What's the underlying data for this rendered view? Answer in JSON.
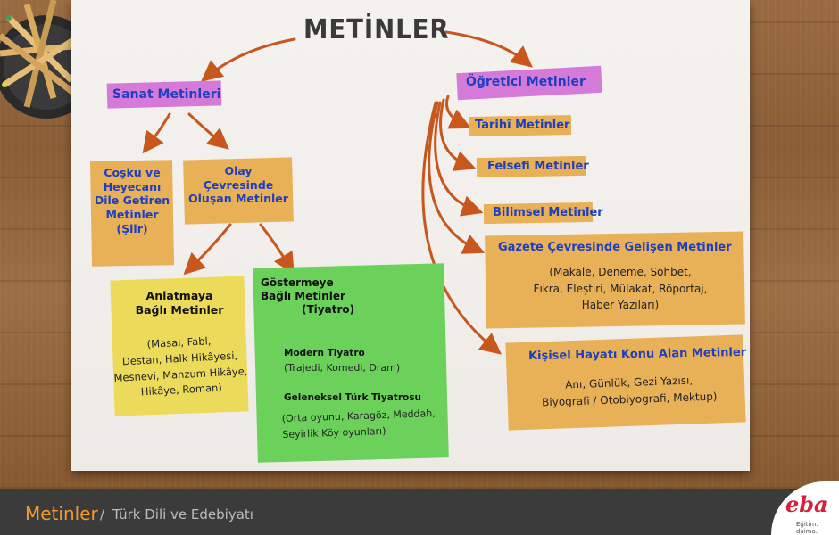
{
  "diagram": {
    "title": "METİNLER",
    "sanat": {
      "label": "Sanat Metinleri",
      "cosku": [
        "Coşku ve",
        "Heyecanı",
        "Dile Getiren",
        "Metinler",
        "(Şiir)"
      ],
      "olay": [
        "Olay",
        "Çevresinde",
        "Oluşan Metinler"
      ],
      "anlatmaya": {
        "title": [
          "Anlatmaya",
          "Bağlı Metinler"
        ],
        "items": [
          "(Masal, Fabl,",
          "Destan, Halk Hikâyesi,",
          "Mesnevi, Manzum Hikâye,",
          "Hikâye,  Roman)"
        ]
      },
      "gostermeye": {
        "title": [
          "Göstermeye",
          "Bağlı Metinler",
          "(Tiyatro)"
        ],
        "modern_title": "Modern Tiyatro",
        "modern_items": "(Trajedi, Komedi, Dram)",
        "geleneksel_title": "Geleneksel Türk Tiyatrosu",
        "geleneksel_items": [
          "(Orta oyunu, Karagöz, Meddah,",
          "Seyirlik Köy oyunları)"
        ]
      }
    },
    "ogretici": {
      "label": "Öğretici Metinler",
      "tarihi": "Tarihî Metinler",
      "felsefi": "Felsefi Metinler",
      "bilimsel": "Bilimsel Metinler",
      "gazete": {
        "title": "Gazete Çevresinde Gelişen Metinler",
        "items": [
          "(Makale, Deneme, Sohbet,",
          "Fıkra, Eleştiri, Mülakat, Röportaj,",
          "Haber Yazıları)"
        ]
      },
      "kisisel": {
        "title": "Kişisel Hayatı Konu Alan Metinler",
        "items": [
          "Anı, Günlük, Gezi Yazısı,",
          "Biyografi / Otobiyografi, Mektup)"
        ]
      }
    }
  },
  "footer": {
    "topic": "Metinler",
    "separator": "/",
    "subject": "Türk Dili ve Edebiyatı",
    "logo": "eba",
    "logo_tagline": "Eğitim. daima."
  },
  "colors": {
    "pink": "#d57ad9",
    "orange": "#e9b157",
    "yellow": "#ecdb5a",
    "green": "#6cd15a",
    "arrow": "#c8571e",
    "text_blue": "#1f3fbf",
    "footer_accent": "#f29a2e"
  }
}
